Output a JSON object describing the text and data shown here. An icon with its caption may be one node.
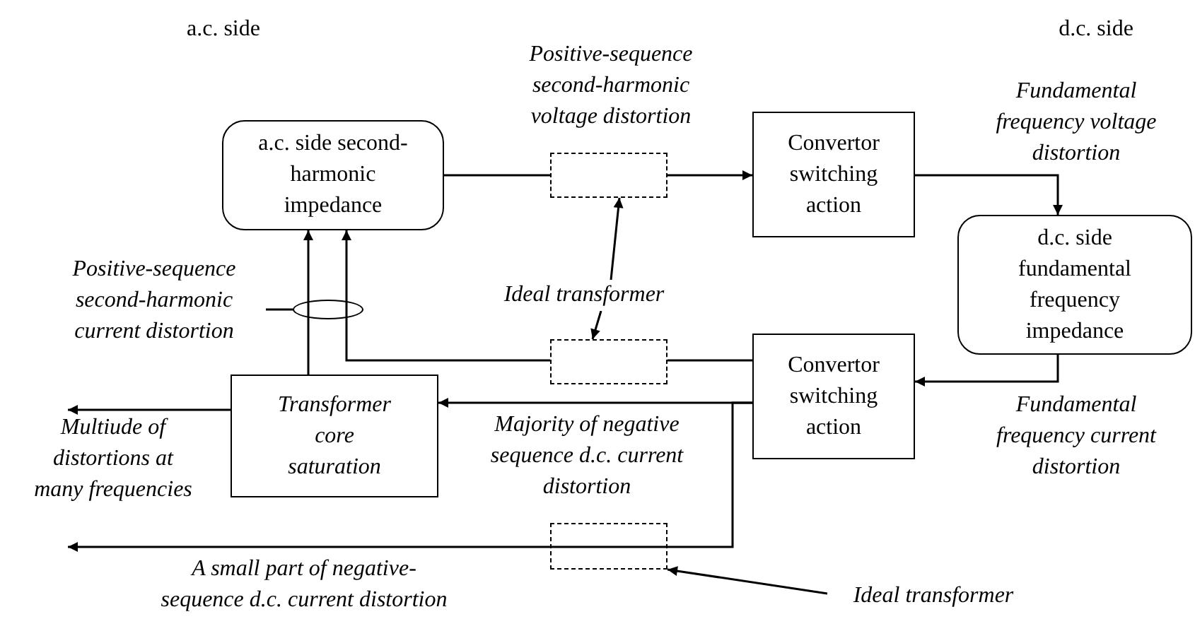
{
  "diagram": {
    "nodes": [
      {
        "text": [
          "a.c. side second-harmonic impedance"
        ]
      },
      {
        "text": [
          "Convertor switching action"
        ]
      },
      {
        "text": [
          "d.c. side fundamental frequency impedance"
        ]
      },
      {
        "text": [
          "Convertor switching action"
        ]
      },
      {
        "text": [
          "Transformer core saturation"
        ]
      },
      {
        "text": [],
        "shape": "box"
      },
      {
        "text": [],
        "shape": "box"
      },
      {
        "text": [],
        "shape": "box"
      },
      {
        "text": [
          "Ideal transformer"
        ]
      },
      {
        "text": [
          "Ideal transformer"
        ]
      },
      {
        "text": [
          "Positive-sequence second-harmonic current distortion"
        ]
      },
      {
        "text": [],
        "shape": "ellipse"
      }
    ],
    "edges": [
      {
        "from": 0,
        "to": 5,
        "arrow": "none"
      },
      {
        "from": 5,
        "to": 1,
        "arrow": "to",
        "label": "Positive-sequence second-harmonic voltage distortion"
      },
      {
        "from": 1,
        "to": 2,
        "arrow": "to",
        "label": "Fundamental frequency voltage distortion"
      },
      {
        "from": 2,
        "to": 3,
        "arrow": "to",
        "label": "Fundamental frequency current distortion"
      },
      {
        "from": 3,
        "to": 6,
        "arrow": "none"
      },
      {
        "from": 6,
        "to": 0,
        "arrow": "to"
      },
      {
        "from": 3,
        "to": 4,
        "arrow": "to",
        "label": "Majority of negative sequence d.c. current distortion"
      },
      {
        "from": 4,
        "to": 0,
        "arrow": "to"
      },
      {
        "from": 4,
        "to": null,
        "arrow": "to",
        "label": "Multiude of distortions at many frequencies"
      },
      {
        "from": 3,
        "to": null,
        "arrow": "to",
        "label": "A small part of negative-sequence d.c. current distortion"
      },
      {
        "from": 8,
        "to": 5,
        "arrow": "to"
      },
      {
        "from": 8,
        "to": 6,
        "arrow": "to"
      },
      {
        "from": 9,
        "to": 7,
        "arrow": "to"
      },
      {
        "from": 10,
        "to": 11,
        "arrow": "none"
      }
    ],
    "labels": [
      "a.c. side",
      "d.c. side"
    ]
  }
}
